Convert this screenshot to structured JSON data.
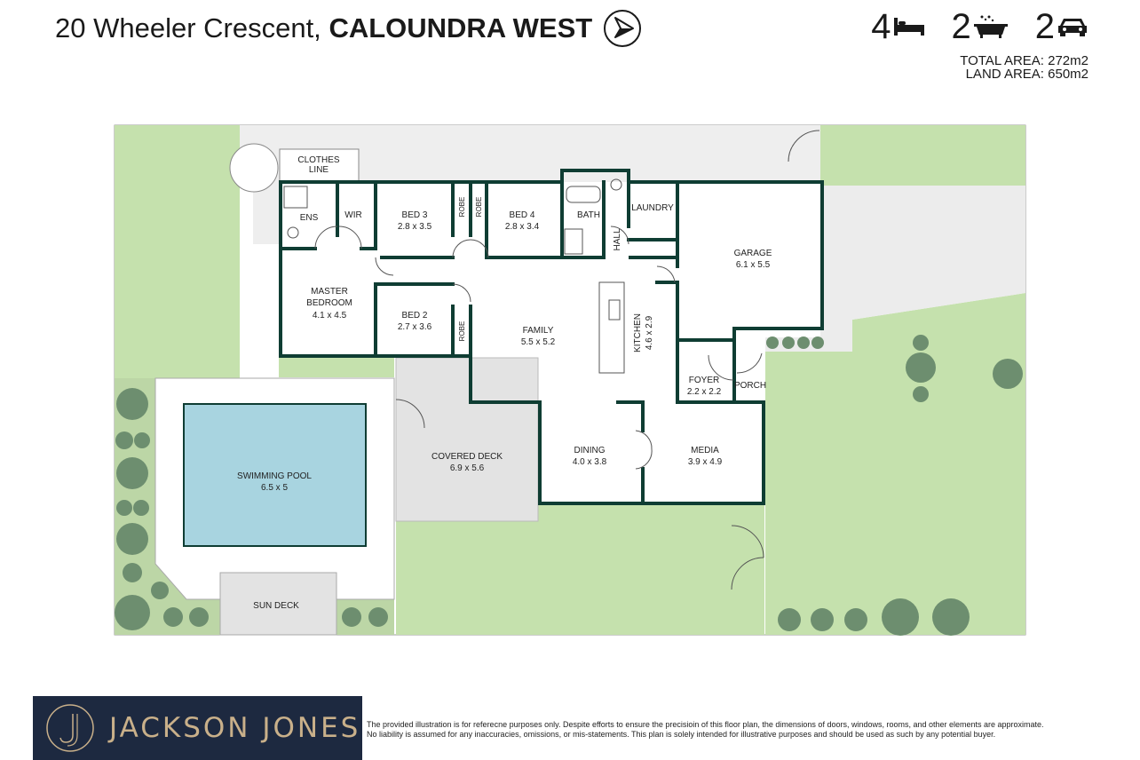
{
  "header": {
    "street": "20 Wheeler Crescent,",
    "suburb": "CALOUNDRA WEST",
    "compass_icon": "north-arrow-icon"
  },
  "stats": {
    "bedrooms": "4",
    "bathrooms": "2",
    "car_spaces": "2"
  },
  "areas": {
    "total": "TOTAL AREA: 272m2",
    "land": "LAND AREA: 650m2"
  },
  "rooms": {
    "clothes_line_1": "CLOTHES",
    "clothes_line_2": "LINE",
    "ens": "ENS",
    "wir": "WIR",
    "bed3_name": "BED 3",
    "bed3_size": "2.8 x 3.5",
    "robe": "ROBE",
    "bed4_name": "BED 4",
    "bed4_size": "2.8 x 3.4",
    "bath": "BATH",
    "laundry": "LAUNDRY",
    "hall": "HALL",
    "garage_name": "GARAGE",
    "garage_size": "6.1 x 5.5",
    "master_1": "MASTER",
    "master_2": "BEDROOM",
    "master_size": "4.1 x 4.5",
    "bed2_name": "BED 2",
    "bed2_size": "2.7 x 3.6",
    "family_name": "FAMILY",
    "family_size": "5.5 x 5.2",
    "kitchen_name": "KITCHEN",
    "kitchen_size": "4.6 x 2.9",
    "foyer_name": "FOYER",
    "foyer_size": "2.2 x 2.2",
    "porch": "PORCH",
    "pool_name": "SWIMMING POOL",
    "pool_size": "6.5 x 5",
    "deck_name": "COVERED DECK",
    "deck_size": "6.9 x 5.6",
    "dining_name": "DINING",
    "dining_size": "4.0 x 3.8",
    "media_name": "MEDIA",
    "media_size": "3.9 x 4.9",
    "sun_deck": "SUN DECK"
  },
  "footer": {
    "brand": "JACKSON JONES",
    "logo_icon": "jj-monogram-icon",
    "disclaimer_1": "The provided illustration is for referecne purposes only. Despite efforts to ensure the precisioin of this floor plan, the dimensions of doors, windows, rooms, and other elements are approximate.",
    "disclaimer_2": "No liability is assumed for any inaccuracies, omissions, or mis-statements. This plan is solely intended for illustrative purposes and should be used as such by any potential buyer."
  },
  "colors": {
    "wall": "#0f3d33",
    "lawn": "#c5e1ad",
    "pool": "#a8d4e0",
    "paving": "#e6e6e6",
    "tree": "#6d8e6f",
    "brand_bg": "#1d2940",
    "brand_text": "#c9b08a"
  }
}
